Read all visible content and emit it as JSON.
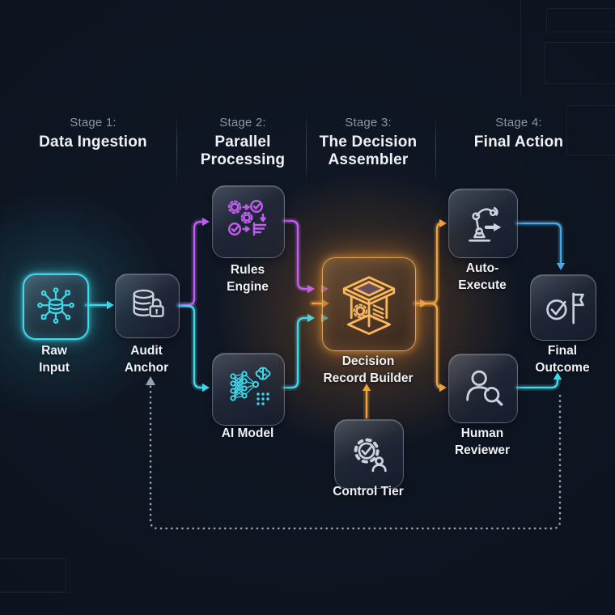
{
  "stages": [
    {
      "label": "Stage 1:",
      "title_lines": [
        "Data Ingestion"
      ]
    },
    {
      "label": "Stage 2:",
      "title_lines": [
        "Parallel",
        "Processing"
      ]
    },
    {
      "label": "Stage 3:",
      "title_lines": [
        "The Decision",
        "Assembler"
      ]
    },
    {
      "label": "Stage 4:",
      "title_lines": [
        "Final Action"
      ]
    }
  ],
  "nodes": [
    {
      "id": "raw-input",
      "icon": "database-network-icon",
      "label_lines": [
        "Raw",
        "Input"
      ]
    },
    {
      "id": "audit-anchor",
      "icon": "database-lock-icon",
      "label_lines": [
        "Audit",
        "Anchor"
      ]
    },
    {
      "id": "rules-engine",
      "icon": "rules-workflow-icon",
      "label_lines": [
        "Rules",
        "Engine"
      ]
    },
    {
      "id": "ai-model",
      "icon": "neural-network-icon",
      "label_lines": [
        "AI Model",
        ""
      ]
    },
    {
      "id": "decision-record-builder",
      "icon": "assembler-crate-icon",
      "label_lines": [
        "Decision",
        "Record Builder"
      ]
    },
    {
      "id": "control-tier",
      "icon": "gear-check-user-icon",
      "label_lines": [
        "Control Tier",
        ""
      ]
    },
    {
      "id": "auto-execute",
      "icon": "robot-arm-icon",
      "label_lines": [
        "Auto-",
        "Execute"
      ]
    },
    {
      "id": "human-reviewer",
      "icon": "user-magnifier-icon",
      "label_lines": [
        "Human",
        "Reviewer"
      ]
    },
    {
      "id": "final-outcome",
      "icon": "check-flag-icon",
      "label_lines": [
        "Final",
        "Outcome"
      ]
    }
  ],
  "edges": [
    {
      "from": "raw-input",
      "to": "audit-anchor",
      "color": "cyan",
      "style": "solid"
    },
    {
      "from": "audit-anchor",
      "to": "rules-engine",
      "color": "purple",
      "style": "solid"
    },
    {
      "from": "audit-anchor",
      "to": "ai-model",
      "color": "cyan",
      "style": "solid"
    },
    {
      "from": "rules-engine",
      "to": "decision-record-builder",
      "color": "purple",
      "style": "solid"
    },
    {
      "from": "ai-model",
      "to": "decision-record-builder",
      "color": "cyan",
      "style": "solid"
    },
    {
      "from": "decision-record-builder",
      "to": "auto-execute",
      "color": "orange",
      "style": "solid"
    },
    {
      "from": "decision-record-builder",
      "to": "human-reviewer",
      "color": "orange",
      "style": "solid"
    },
    {
      "from": "control-tier",
      "to": "decision-record-builder",
      "color": "orange",
      "style": "solid"
    },
    {
      "from": "auto-execute",
      "to": "final-outcome",
      "color": "blue",
      "style": "solid"
    },
    {
      "from": "human-reviewer",
      "to": "final-outcome",
      "color": "cyan",
      "style": "solid"
    },
    {
      "from": "final-outcome",
      "to": "audit-anchor",
      "color": "gray_dotted",
      "style": "dotted"
    }
  ],
  "colors": {
    "background": "#0d1420",
    "cyan": "#41d9ea",
    "purple": "#c05ef0",
    "orange": "#f2a33c",
    "blue": "#4aa8e0",
    "gray_dotted": "#9aa3b2",
    "stage_label": "#8d94a3",
    "title_text": "#eef1f6",
    "icon_gray": "#ccd3de"
  }
}
